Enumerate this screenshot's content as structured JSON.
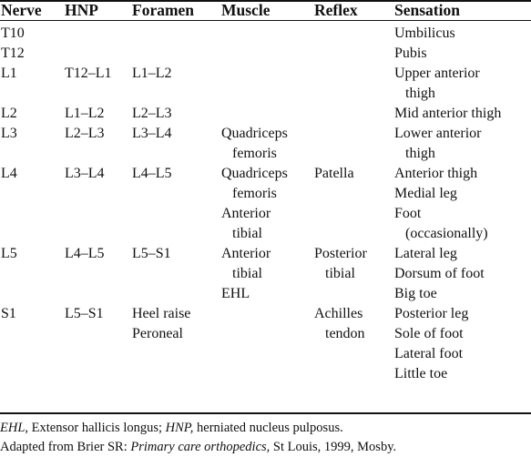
{
  "table": {
    "headers": [
      "Nerve",
      "HNP",
      "Foramen",
      "Muscle",
      "Reflex",
      "Sensation"
    ],
    "rows": [
      {
        "nerve": "T10",
        "hnp": "",
        "foramen": "",
        "muscle": [],
        "reflex": [],
        "sensation": [
          [
            "Umbilicus"
          ]
        ]
      },
      {
        "nerve": "T12",
        "hnp": "",
        "foramen": "",
        "muscle": [],
        "reflex": [],
        "sensation": [
          [
            "Pubis"
          ]
        ]
      },
      {
        "nerve": "L1",
        "hnp": "T12–L1",
        "foramen": "L1–L2",
        "muscle": [],
        "reflex": [],
        "sensation": [
          [
            "Upper anterior",
            "thigh"
          ]
        ]
      },
      {
        "nerve": "L2",
        "hnp": "L1–L2",
        "foramen": "L2–L3",
        "muscle": [],
        "reflex": [],
        "sensation": [
          [
            "Mid anterior thigh"
          ]
        ]
      },
      {
        "nerve": "L3",
        "hnp": "L2–L3",
        "foramen": "L3–L4",
        "muscle": [
          [
            "Quadriceps",
            "femoris"
          ]
        ],
        "reflex": [],
        "sensation": [
          [
            "Lower anterior",
            "thigh"
          ]
        ]
      },
      {
        "nerve": "L4",
        "hnp": "L3–L4",
        "foramen": "L4–L5",
        "muscle": [
          [
            "Quadriceps",
            "femoris"
          ],
          [
            "Anterior",
            "tibial"
          ]
        ],
        "reflex": [
          [
            "Patella"
          ]
        ],
        "sensation": [
          [
            "Anterior thigh"
          ],
          [
            "Medial leg"
          ],
          [
            "Foot",
            "(occasionally)"
          ]
        ]
      },
      {
        "nerve": "L5",
        "hnp": "L4–L5",
        "foramen": "L5–S1",
        "muscle": [
          [
            "Anterior",
            "tibial"
          ],
          [
            "EHL"
          ]
        ],
        "reflex": [
          [
            "Posterior",
            "tibial"
          ]
        ],
        "sensation": [
          [
            "Lateral leg"
          ],
          [
            "Dorsum of foot"
          ],
          [
            "Big toe"
          ]
        ]
      },
      {
        "nerve": "S1",
        "hnp": "L5–S1",
        "foramen": "Heel raise",
        "foramen2": "Peroneal",
        "muscle": [],
        "reflex": [
          [
            "Achilles",
            "tendon"
          ]
        ],
        "sensation": [
          [
            "Posterior leg"
          ],
          [
            "Sole of foot"
          ],
          [
            "Lateral foot"
          ],
          [
            "Little toe"
          ]
        ]
      }
    ]
  },
  "footnotes": {
    "line1": [
      {
        "text": "EHL",
        "italic": true
      },
      {
        "text": ", Extensor hallicis longus; ",
        "italic": false
      },
      {
        "text": "HNP,",
        "italic": true
      },
      {
        "text": " herniated nucleus pulposus.",
        "italic": false
      }
    ],
    "line2": [
      {
        "text": "Adapted from Brier SR: ",
        "italic": false
      },
      {
        "text": "Primary care orthopedics",
        "italic": true
      },
      {
        "text": ", St Louis, 1999, Mosby.",
        "italic": false
      }
    ]
  }
}
